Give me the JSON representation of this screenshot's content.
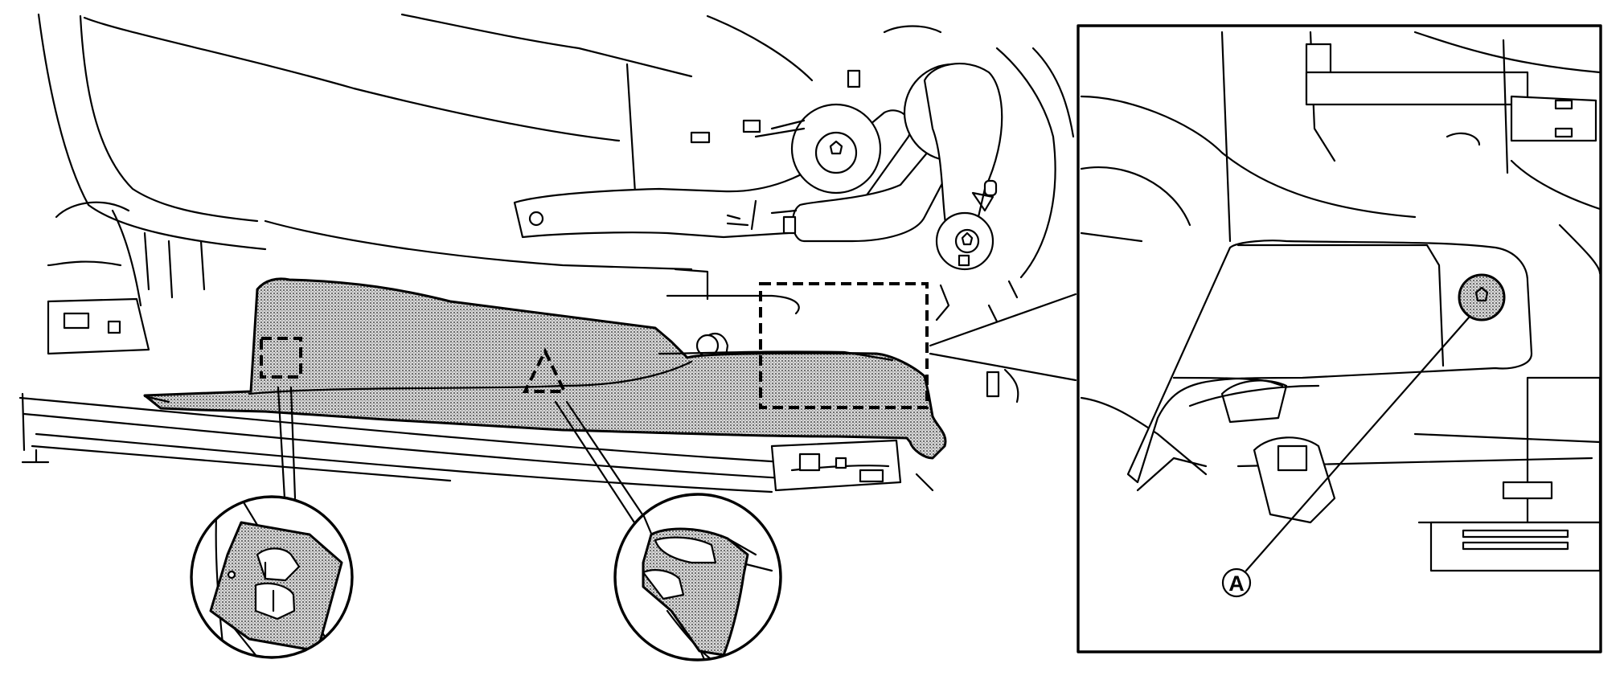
{
  "diagram": {
    "callout_label": "A",
    "detail_views": [
      "clip-square",
      "clip-triangle",
      "screw-detail"
    ]
  },
  "colors": {
    "line": "#000000",
    "background": "#ffffff",
    "stipple": "#8a8a8a"
  }
}
